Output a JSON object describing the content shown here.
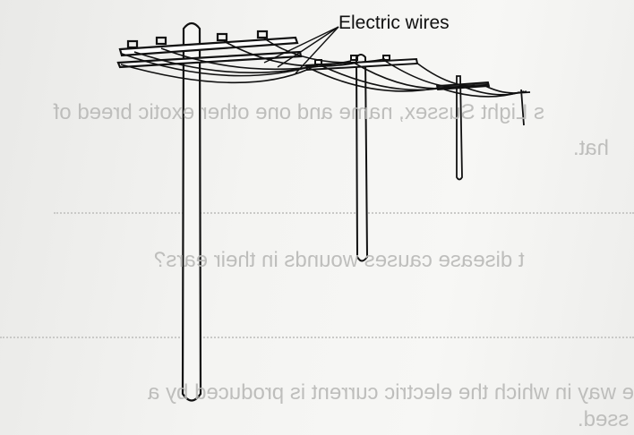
{
  "diagram": {
    "label": "Electric wires",
    "poles": 3
  },
  "reverse_side_text": [
    "s Light Sussex, name and one other exotic breed of",
    "hat.",
    "t disease causes wounds in their ears?",
    "e way in which the electric current is produced by a",
    "ssed."
  ]
}
